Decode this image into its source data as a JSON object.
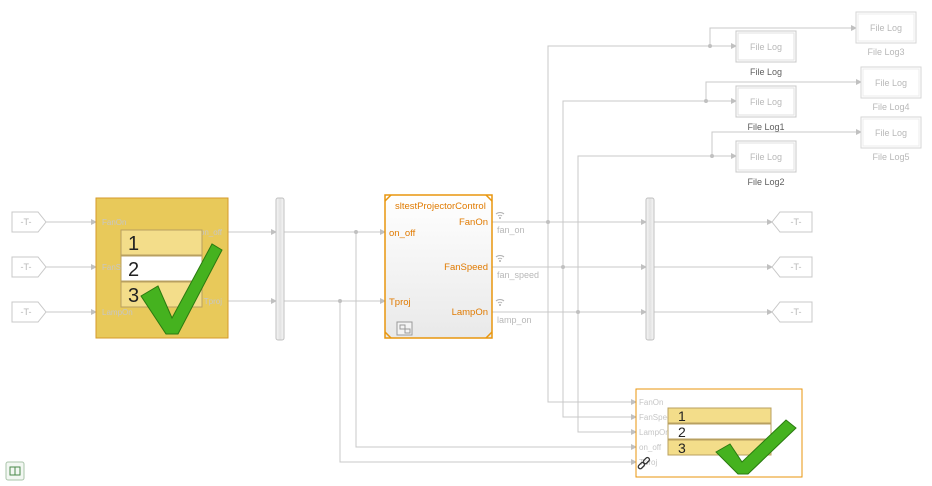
{
  "model": {
    "from_tags": [
      "-T-",
      "-T-",
      "-T-"
    ],
    "goto_tags": [
      "-T-",
      "-T-",
      "-T-"
    ],
    "test_sequence_left": {
      "inputs": [
        "FanOn",
        "FanSpeed",
        "LampOn"
      ],
      "outputs": [
        "on_off",
        "Tproj"
      ],
      "rows": [
        "1",
        "2",
        "3"
      ]
    },
    "subsystem": {
      "name": "sltestProjectorControl",
      "inputs": [
        "on_off",
        "Tproj"
      ],
      "outputs": [
        "FanOn",
        "FanSpeed",
        "LampOn"
      ]
    },
    "signals": [
      "fan_on",
      "fan_speed",
      "lamp_on"
    ],
    "file_logs": {
      "log": "File Log",
      "log1": "File Log1",
      "log2": "File Log2",
      "log3": "File Log3",
      "log4": "File Log4",
      "log5": "File Log5",
      "block_text": "File Log"
    },
    "test_assessment": {
      "inputs": [
        "FanOn",
        "FanSpeed",
        "LampOn",
        "on_off",
        "Tproj"
      ],
      "rows": [
        "1",
        "2",
        "3"
      ]
    }
  },
  "colors": {
    "line": "#c8c8c8",
    "subsystem_border": "#e8960e",
    "test_block_fill": "#e8c95a",
    "table_highlight": "#f3dd8a",
    "checkmark": "#3aa61c",
    "port_orange": "#e07a00"
  },
  "icons": [
    "checkmark-icon",
    "wireless-icon",
    "link-icon",
    "subsystem-icon",
    "model-browser-icon"
  ]
}
